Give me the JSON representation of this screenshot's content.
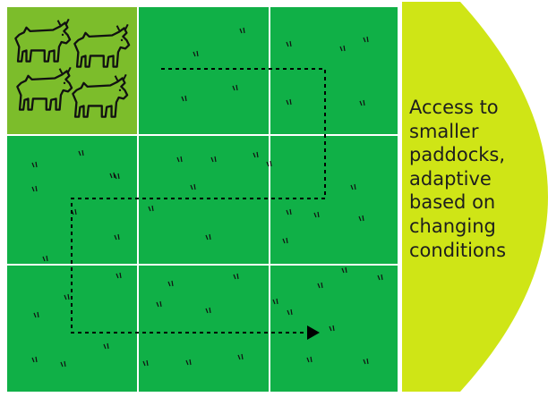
{
  "diagram": {
    "caption": "Access to\nsmaller\npaddocks,\nadaptive\nbased on\nchanging\nconditions",
    "grid": {
      "rows": 3,
      "cols": 3
    },
    "occupied_paddock": {
      "row": 0,
      "col": 0,
      "animal": "cow-icon",
      "count": 4
    },
    "movement_path": "dashed line with arrow showing herd rotation through paddocks",
    "colors": {
      "paddock": "#10b047",
      "occupied_paddock": "#7cbd2b",
      "divider": "#ffffff",
      "panel": "#cfe516",
      "path": "#000000",
      "text": "#1e1e1e"
    }
  }
}
